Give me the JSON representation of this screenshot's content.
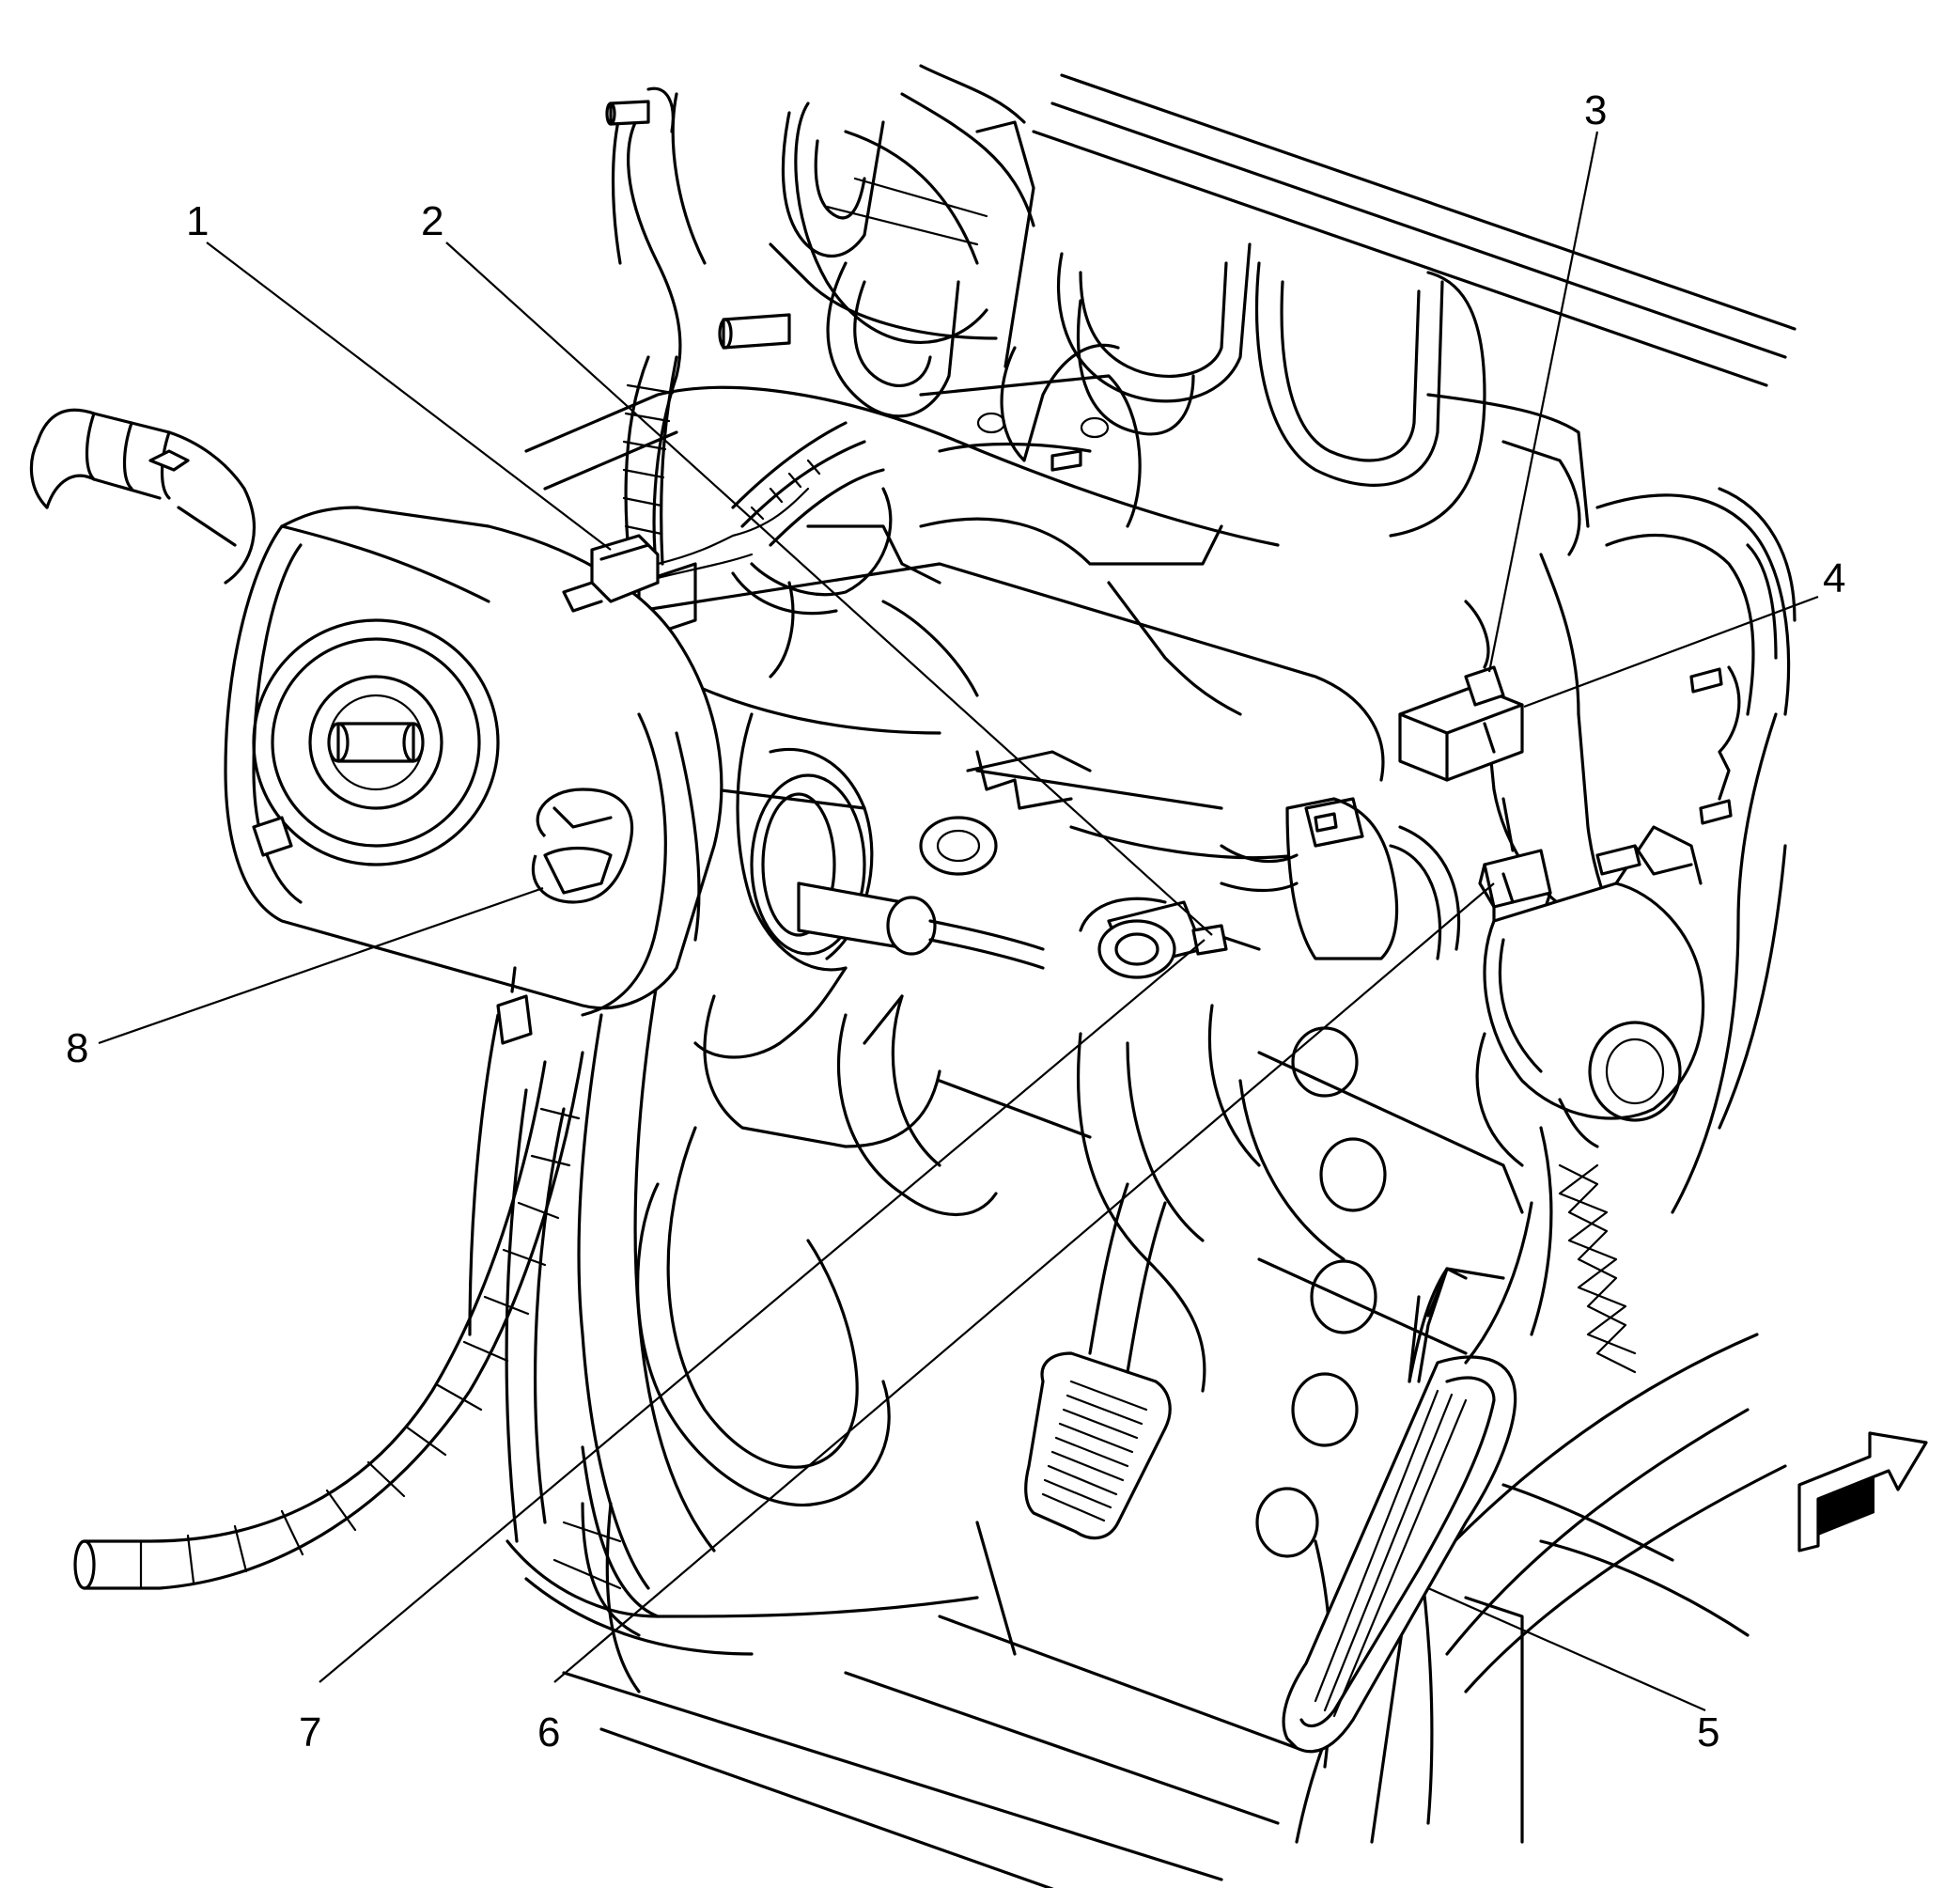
{
  "callouts": [
    {
      "id": "1",
      "label": "1"
    },
    {
      "id": "2",
      "label": "2"
    },
    {
      "id": "3",
      "label": "3"
    },
    {
      "id": "4",
      "label": "4"
    },
    {
      "id": "5",
      "label": "5"
    },
    {
      "id": "6",
      "label": "6"
    },
    {
      "id": "7",
      "label": "7"
    },
    {
      "id": "8",
      "label": "8"
    }
  ],
  "orientation_arrow_icon": "forward-arrow-icon",
  "colors": {
    "line": "#000000",
    "background": "#ffffff"
  }
}
